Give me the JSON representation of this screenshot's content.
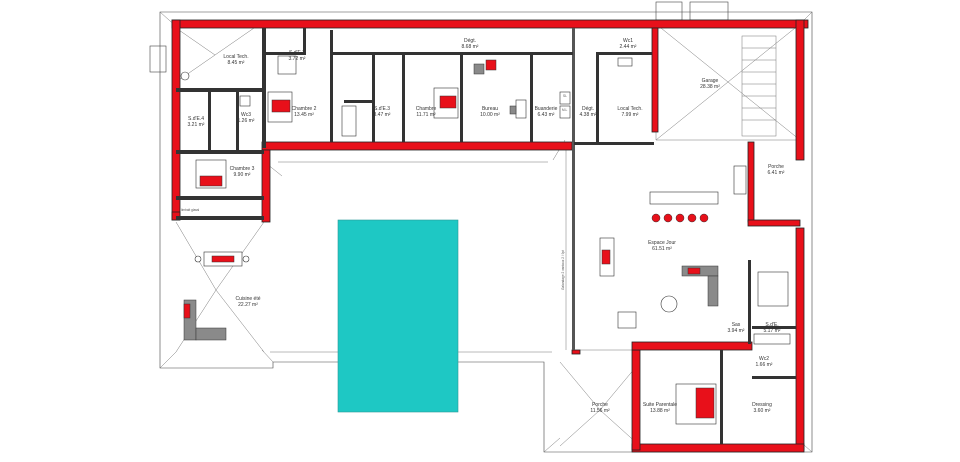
{
  "colors": {
    "wall": "#e8101a",
    "pool": "#1ec8c4",
    "line": "#333333",
    "furniture_accent": "#8a8a8a"
  },
  "rooms": {
    "local_tech_1": {
      "name": "Local Tech.",
      "area": "8.45 m²"
    },
    "sde2": {
      "name": "S.d'E.2",
      "area": "3.72 m²"
    },
    "degt_1": {
      "name": "Dégt.",
      "area": "8.68 m²"
    },
    "wc1": {
      "name": "Wc1",
      "area": "2.44 m²"
    },
    "sde4": {
      "name": "S.d'E.4",
      "area": "3.21 m²"
    },
    "wc3": {
      "name": "Wc3",
      "area": "1.26 m²"
    },
    "chambre2": {
      "name": "Chambre 2",
      "area": "13.45 m²"
    },
    "sde3": {
      "name": "S.d'E.3",
      "area": "3.47 m²"
    },
    "chambre": {
      "name": "Chambre",
      "area": "11.71 m²"
    },
    "bureau": {
      "name": "Bureau",
      "area": "10.00 m²"
    },
    "buanderie": {
      "name": "Buanderie",
      "area": "6.43 m²"
    },
    "degt_2": {
      "name": "Dégt.",
      "area": "4.38 m²"
    },
    "local_tech_2": {
      "name": "Local Tech.",
      "area": "7.99 m²"
    },
    "garage": {
      "name": "Garage",
      "area": "28.38 m²"
    },
    "chambre3": {
      "name": "Chambre 3",
      "area": "9.90 m²"
    },
    "porche_1": {
      "name": "Porche",
      "area": "6.41 m²"
    },
    "espace_jour": {
      "name": "Espace Jour",
      "area": "61.51 m²"
    },
    "cuisine_ete": {
      "name": "Cuisine été",
      "area": "22.27 m²"
    },
    "sas": {
      "name": "Sas",
      "area": "3.94 m²"
    },
    "sde": {
      "name": "S.d'E.",
      "area": "5.17 m²"
    },
    "wc2": {
      "name": "Wc2",
      "area": "1.66 m²"
    },
    "porche_2": {
      "name": "Porche",
      "area": "11.56 m²"
    },
    "suite": {
      "name": "Suite Parentale",
      "area": "13.88 m²"
    },
    "dressing": {
      "name": "Dressing",
      "area": "3.60 m²"
    }
  },
  "annotations": {
    "tiny_label": "limbalt glassl",
    "vertical_label": "Galandage 2 vantaux 2 / 9pt",
    "appliance_sl": "SL",
    "appliance_ml": "M.L"
  }
}
